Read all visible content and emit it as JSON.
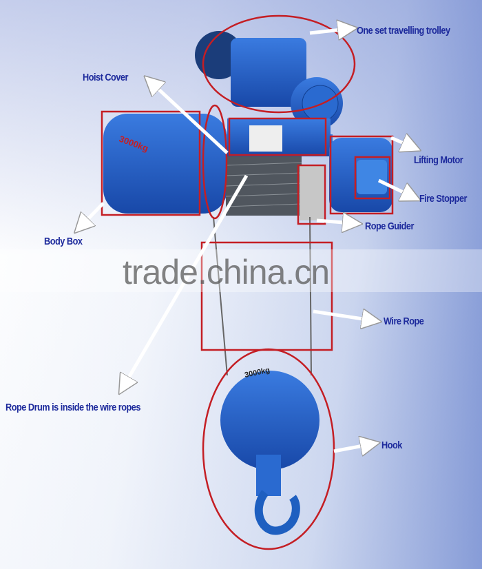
{
  "labels": {
    "trolley": "One set travelling trolley",
    "hoist_cover": "Hoist Cover",
    "lifting_motor": "Lifting Motor",
    "fire_stopper": "Fire Stopper",
    "body_box": "Body Box",
    "rope_guider": "Rope Guider",
    "wire_rope": "Wire Rope",
    "rope_drum": "Rope Drum is inside the wire ropes",
    "hook": "Hook"
  },
  "hook_plate": "3000kg",
  "watermark": "trade.china.cn",
  "colors": {
    "highlight": "#c41e24",
    "label": "#1d2a9c",
    "hoist": "#1e5fc0",
    "arrow": "#ffffff"
  }
}
